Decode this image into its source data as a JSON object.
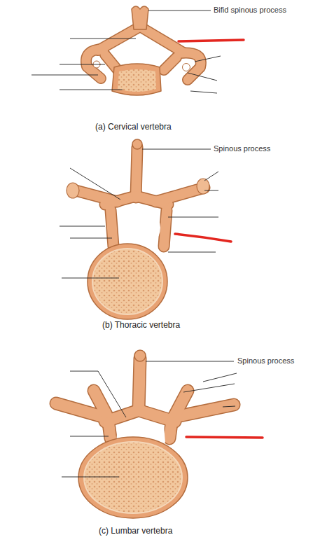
{
  "diagram": {
    "labels": [
      "Bifid spinous process",
      "(a) Cervical vertebra",
      "Spinous process",
      "(b) Thoracic vertebra",
      "Spinous process",
      "(c) Lumbar vertebra"
    ]
  }
}
